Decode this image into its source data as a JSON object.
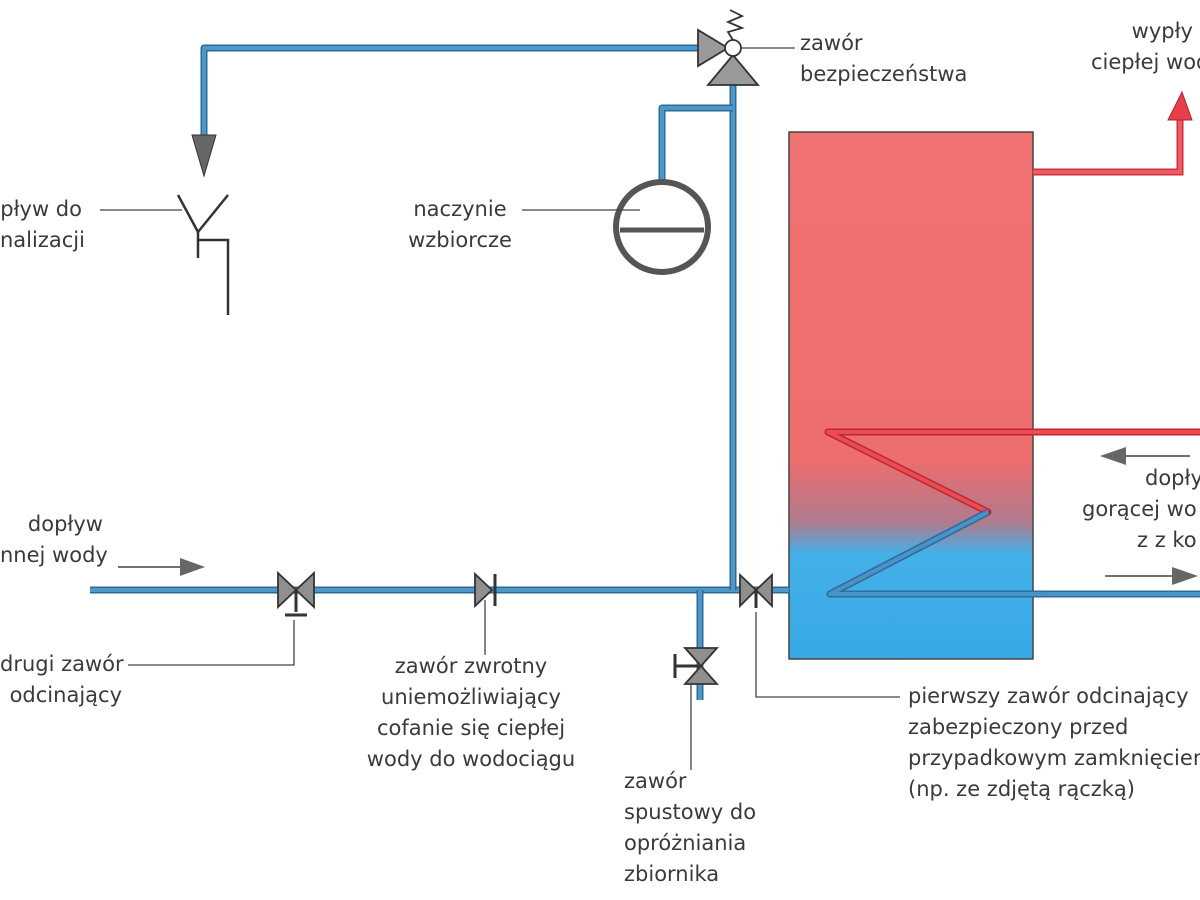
{
  "labels": {
    "safety_valve": [
      "zawór",
      "bezpieczeństwa"
    ],
    "hot_water_out": [
      "wypły",
      "ciepłej wod"
    ],
    "drain_to_sewer": [
      "pływ do",
      "nalizacji"
    ],
    "expansion_vessel": [
      "naczynie",
      "wzbiorcze"
    ],
    "cold_water_in": [
      "dopływ",
      "nnej wody"
    ],
    "hot_water_from_boiler": [
      "dopły",
      "gorącej wo",
      "z z ko"
    ],
    "second_shutoff_valve": [
      "drugi zawór",
      "odcinający"
    ],
    "check_valve": [
      "zawór zwrotny",
      "uniemożliwiający",
      "cofanie się ciepłej",
      "wody do wodociągu"
    ],
    "first_shutoff_valve": [
      "pierwszy zawór odcinający",
      "zabezpieczony przed",
      "przypadkowym zamknięcien",
      "(np. ze zdjętą rączką)"
    ],
    "drain_valve": [
      "zawór",
      "spustowy do",
      "opróżniania",
      "zbiornika"
    ]
  },
  "colors": {
    "cold_pipe": "#3f86b8",
    "hot_pipe": "#e8404a",
    "tank_hot": "#f06b6b",
    "tank_cold": "#3aaee6",
    "line": "#3a3a3a"
  }
}
